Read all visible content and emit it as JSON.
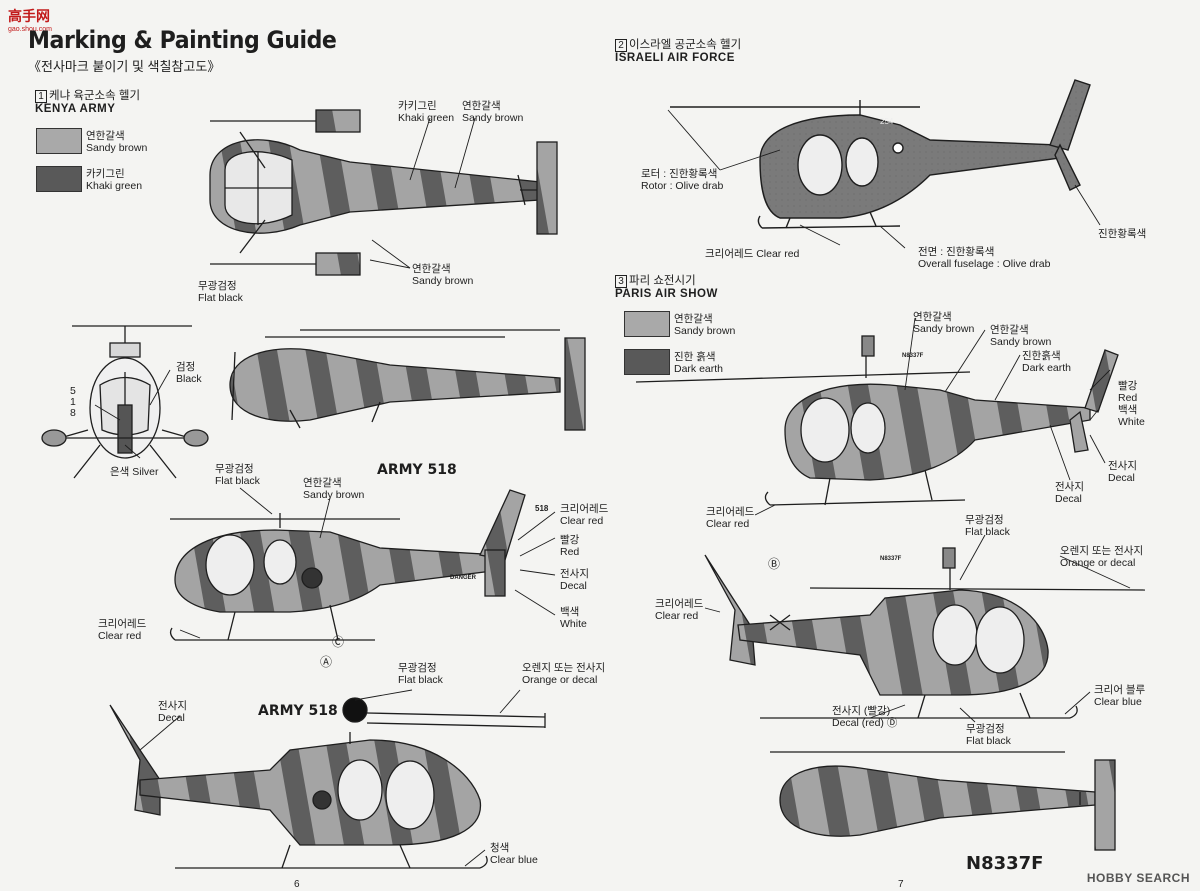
{
  "watermark": {
    "brand": "高手网",
    "domain": "gao.shou.com",
    "footer": "HOBBY SEARCH"
  },
  "header": {
    "title": "Marking & Painting Guide",
    "subtitle": "《전사마크 붙이기 및 색칠참고도》"
  },
  "sections": [
    {
      "num": "1",
      "ko": "케냐 육군소속 헬기",
      "en": "KENYA ARMY"
    },
    {
      "num": "2",
      "ko": "이스라엘 공군소속 헬기",
      "en": "ISRAELI AIR FORCE"
    },
    {
      "num": "3",
      "ko": "파리 쇼전시기",
      "en": "PARIS AIR SHOW"
    }
  ],
  "legend_kenya": [
    {
      "ko": "연한갈색",
      "en": "Sandy brown",
      "color": "#a9a9a9"
    },
    {
      "ko": "카키그린",
      "en": "Khaki green",
      "color": "#595959"
    }
  ],
  "legend_paris": [
    {
      "ko": "연한갈색",
      "en": "Sandy brown",
      "color": "#a9a9a9"
    },
    {
      "ko": "진한 흙색",
      "en": "Dark earth",
      "color": "#595959"
    }
  ],
  "labels": {
    "k_top_khaki": [
      "카키그린",
      "Khaki green"
    ],
    "k_top_sandy": [
      "연한갈색",
      "Sandy brown"
    ],
    "k_flat_black1": [
      "무광검정",
      "Flat black"
    ],
    "k_sandy2": [
      "연한갈색",
      "Sandy brown"
    ],
    "k_black": [
      "검정",
      "Black"
    ],
    "k_silver": "은색 Silver",
    "k_mark_518": "5\n1\n8",
    "k_flat_black2": [
      "무광검정",
      "Flat black"
    ],
    "k_sandy3": [
      "연한갈색",
      "Sandy brown"
    ],
    "k_army1": "ARMY 518",
    "k_518_small": "518",
    "k_clear_red1": [
      "크리어레드",
      "Clear red"
    ],
    "k_red": [
      "빨강",
      "Red"
    ],
    "k_decal1": [
      "전사지",
      "Decal"
    ],
    "k_white": [
      "백색",
      "White"
    ],
    "k_danger": "DANGER",
    "k_clear_red2": [
      "크리어레드",
      "Clear red"
    ],
    "k_mark_a": "Ⓐ",
    "k_mark_c": "Ⓒ",
    "k_flat_black3": [
      "무광검정",
      "Flat black"
    ],
    "k_orange": [
      "오렌지 또는 전사지",
      "Orange or decal"
    ],
    "k_decal2": [
      "전사지",
      "Decal"
    ],
    "k_army2": "ARMY 518",
    "k_clear_blue": [
      "청색",
      "Clear blue"
    ],
    "i_rotor": [
      "로터 : 진한황록색",
      "Rotor : Olive drab"
    ],
    "i_clear_red": "크리어레드 Clear red",
    "i_fuselage": [
      "전면 : 진한황록색",
      "Overall fuselage : Olive drab"
    ],
    "i_olive": "진한황록색",
    "i_code": "254",
    "p_sandy1": [
      "연한갈색",
      "Sandy brown"
    ],
    "p_sandy2": [
      "연한갈색",
      "Sandy brown"
    ],
    "p_dark_earth": [
      "진한흙색",
      "Dark earth"
    ],
    "p_n_small1": "N8337F",
    "p_red_white": [
      "빨강",
      "Red",
      "백색",
      "White"
    ],
    "p_decal1": [
      "전사지",
      "Decal"
    ],
    "p_decal2": [
      "전사지",
      "Decal"
    ],
    "p_clear_red1": [
      "크리어레드",
      "Clear red"
    ],
    "p_flat_black1": [
      "무광검정",
      "Flat black"
    ],
    "p_n_small2": "N8337F",
    "p_orange": [
      "오렌지 또는 전사지",
      "Orange or decal"
    ],
    "p_clear_red2": [
      "크리어레드",
      "Clear red"
    ],
    "p_mark_b": "Ⓑ",
    "p_clear_blue": [
      "크리어 블루",
      "Clear blue"
    ],
    "p_decal_red": [
      "전사지 (빨강)",
      "Decal (red) Ⓓ"
    ],
    "p_flat_black2": [
      "무광검정",
      "Flat black"
    ],
    "p_registration": "N8337F"
  },
  "pages": {
    "left": "6",
    "right": "7"
  }
}
